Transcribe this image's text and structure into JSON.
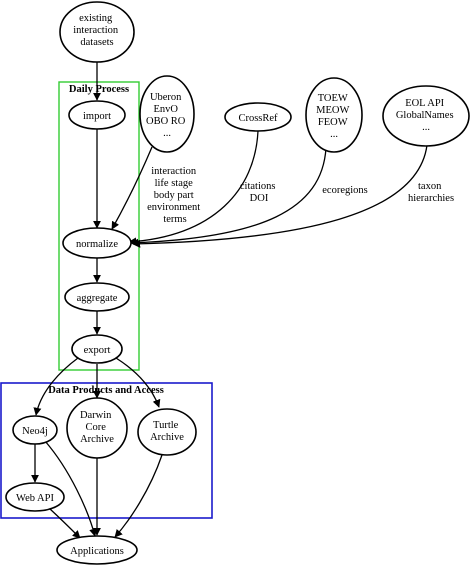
{
  "clusters": {
    "daily": {
      "title": "Daily Process",
      "color": "#33cc33"
    },
    "products": {
      "title": "Data Products and Access",
      "color": "#1a1acc"
    }
  },
  "nodes": {
    "existing": [
      "existing",
      "interaction",
      "datasets"
    ],
    "import": [
      "import"
    ],
    "normalize": [
      "normalize"
    ],
    "aggregate": [
      "aggregate"
    ],
    "export": [
      "export"
    ],
    "uberon": [
      "Uberon",
      "EnvO",
      "OBO RO",
      "..."
    ],
    "crossref": [
      "CrossRef"
    ],
    "toew": [
      "TOEW",
      "MEOW",
      "FEOW",
      "..."
    ],
    "eol": [
      "EOL API",
      "GlobalNames",
      "..."
    ],
    "neo4j": [
      "Neo4j"
    ],
    "dwca": [
      "Darwin",
      "Core",
      "Archive"
    ],
    "turtle": [
      "Turtle",
      "Archive"
    ],
    "webapi": [
      "Web API"
    ],
    "applications": [
      "Applications"
    ]
  },
  "edge_labels": {
    "uberon_normalize": [
      "interaction",
      "life stage",
      "body part",
      "environment",
      "terms"
    ],
    "crossref_normalize": [
      "citations",
      "DOI"
    ],
    "toew_normalize": [
      "ecoregions"
    ],
    "eol_normalize": [
      "taxon",
      "hierarchies"
    ]
  }
}
